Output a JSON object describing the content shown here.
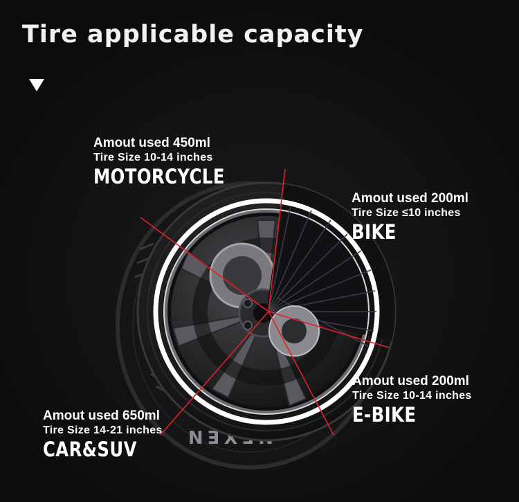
{
  "title": "Tire applicable capacity",
  "marker_icon": "triangle-down-icon",
  "colors": {
    "background": "#0e0e10",
    "divider": "#e0202a",
    "text": "#ffffff"
  },
  "segments": [
    {
      "id": "motorcycle",
      "amount": "Amout used 450ml",
      "size": "Tire Size 10-14 inches",
      "vehicle": "MOTORCYCLE"
    },
    {
      "id": "bike",
      "amount": "Amout used 200ml",
      "size": "Tire Size ≤10 inches",
      "vehicle": "BIKE"
    },
    {
      "id": "ebike",
      "amount": "Amout used 200ml",
      "size": "Tire Size 10-14 inches",
      "vehicle": "E-BIKE"
    },
    {
      "id": "car",
      "amount": "Amout used 650ml",
      "size": "Tire Size 14-21 inches",
      "vehicle": "CAR&SUV"
    }
  ],
  "tire_text": "NEXEN"
}
